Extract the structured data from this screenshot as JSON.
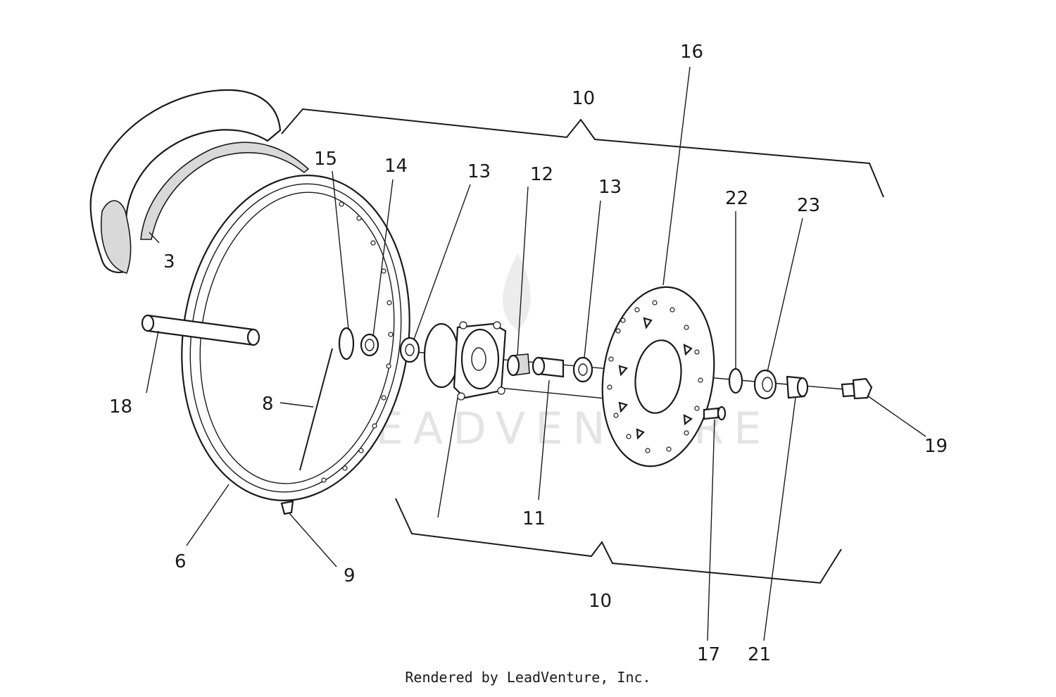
{
  "callouts": {
    "c3": "3",
    "c6": "6",
    "c8": "8",
    "c9": "9",
    "c10_top": "10",
    "c10_bottom": "10",
    "c11": "11",
    "c12": "12",
    "c13_left": "13",
    "c13_right": "13",
    "c14": "14",
    "c15": "15",
    "c16": "16",
    "c17": "17",
    "c18": "18",
    "c19": "19",
    "c21": "21",
    "c22": "22",
    "c23": "23"
  },
  "watermark": "LEADVENTURE",
  "footer": "Rendered by LeadVenture, Inc."
}
